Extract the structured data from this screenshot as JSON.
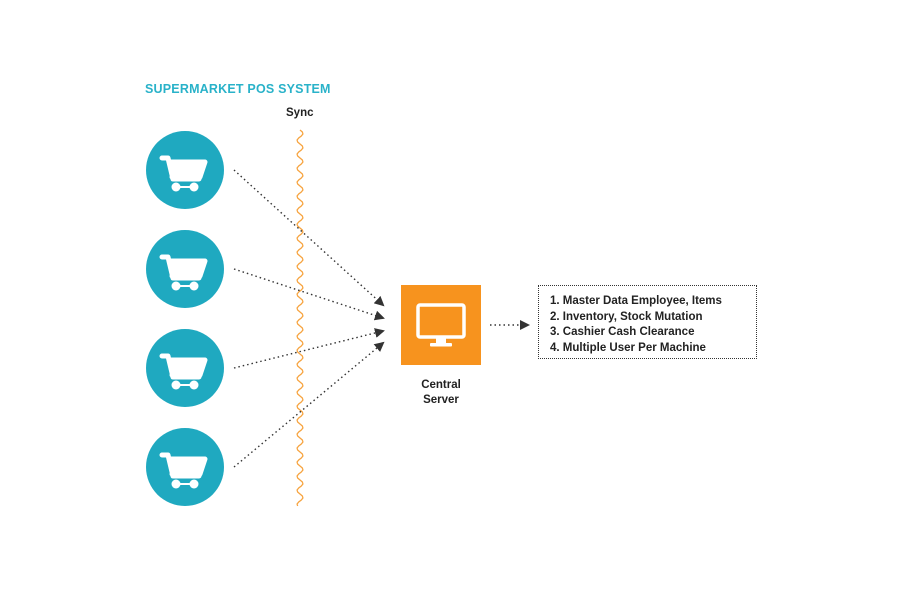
{
  "title": "SUPERMARKET POS SYSTEM",
  "sync_label": "Sync",
  "clients": [
    {
      "icon": "shopping-cart-icon"
    },
    {
      "icon": "shopping-cart-icon"
    },
    {
      "icon": "shopping-cart-icon"
    },
    {
      "icon": "shopping-cart-icon"
    }
  ],
  "server": {
    "label_line1": "Central",
    "label_line2": "Server",
    "icon": "monitor-icon"
  },
  "features": [
    "1. Master Data Employee, Items",
    "2. Inventory, Stock Mutation",
    "3. Cashier Cash Clearance",
    "4. Multiple User Per Machine"
  ],
  "colors": {
    "title": "#29b2c9",
    "cart_circle": "#1fa9c0",
    "server_box": "#f7931e",
    "sync_line": "#f7a440",
    "connector": "#333333"
  }
}
